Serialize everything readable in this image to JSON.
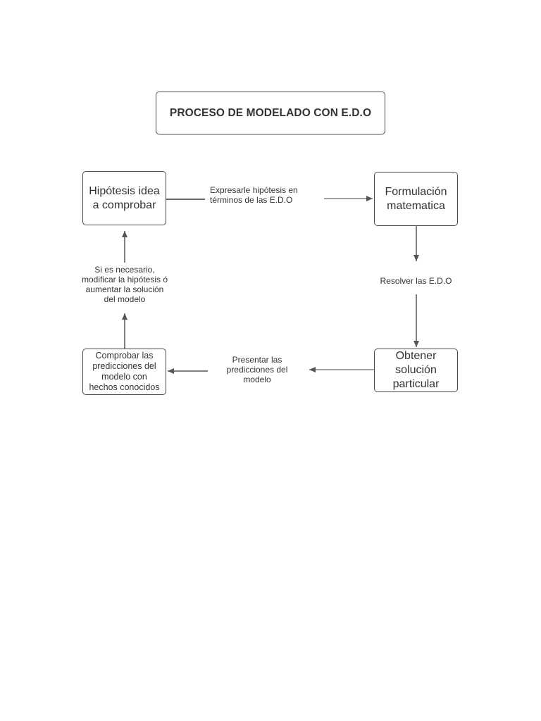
{
  "diagram": {
    "title": "PROCESO DE MODELADO CON E.D.O",
    "nodes": {
      "hypothesis": "Hipótesis idea\na comprobar",
      "formulation": "Formulación\nmatematica",
      "solution": "Obtener\nsolución\nparticular",
      "check": "Comprobar las\npredicciones del\nmodelo con\nhechos conocidos"
    },
    "edges": {
      "express": "Expresarle hipótesis en\ntérminos de las E.D.O",
      "solve": "Resolver las E.D.O",
      "present": "Presentar las\npredicciones del\nmodelo",
      "modify": "Si es necesario,\nmodificar la hipótesis ó\naumentar la solución\ndel modelo"
    }
  }
}
